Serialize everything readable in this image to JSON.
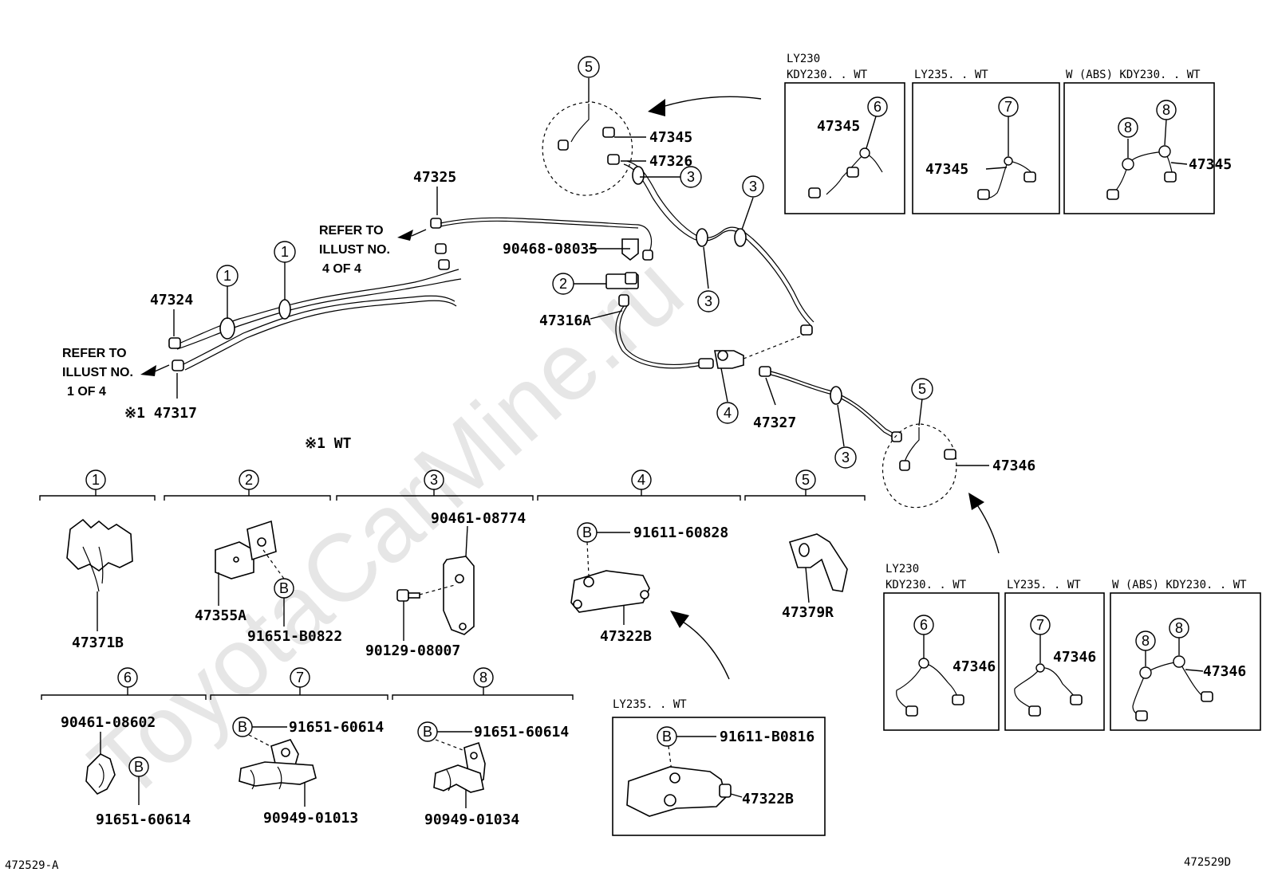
{
  "watermark": "ToyotaCarMine.ru",
  "footer": {
    "left_code": "472529-A",
    "right_code": "472529D"
  },
  "note_wt": "※1 WT",
  "refer_to_4": {
    "line1": "REFER TO",
    "line2": "ILLUST NO.",
    "line3": "4  OF 4"
  },
  "refer_to_1": {
    "line1": "REFER TO",
    "line2": "ILLUST NO.",
    "line3": "1  OF 4"
  },
  "callouts": {
    "c1": "1",
    "c2": "2",
    "c3": "3",
    "c4": "4",
    "c5": "5",
    "c6": "6",
    "c7": "7",
    "c8": "8",
    "b": "B"
  },
  "main_parts": {
    "p47325": "47325",
    "p47324": "47324",
    "p47317": "※1 47317",
    "p90468": "90468-08035",
    "p47316A": "47316A",
    "p47345": "47345",
    "p47326": "47326",
    "p47327": "47327",
    "p47346": "47346"
  },
  "top_variants": [
    {
      "title1": "LY230",
      "title2": "KDY230. . WT",
      "part": "47345",
      "callout": "6"
    },
    {
      "title1": "LY235. . WT",
      "title2": "",
      "part": "47345",
      "callout": "7"
    },
    {
      "title1": "W (ABS) KDY230. . WT",
      "title2": "",
      "part": "47345",
      "callout": "8"
    }
  ],
  "bottom_variants": [
    {
      "title1": "LY230",
      "title2": "KDY230. . WT",
      "part": "47346",
      "callout": "6"
    },
    {
      "title1": "LY235. . WT",
      "title2": "",
      "part": "47346",
      "callout": "7"
    },
    {
      "title1": "W (ABS) KDY230. . WT",
      "title2": "",
      "part": "47346",
      "callout": "8"
    }
  ],
  "detail_parts": {
    "d1": "47371B",
    "d2a": "47355A",
    "d2b": "91651-B0822",
    "d3a": "90461-08774",
    "d3b": "90129-08007",
    "d4a": "91611-60828",
    "d4b": "47322B",
    "d5": "47379R",
    "d6a": "90461-08602",
    "d6b": "91651-60614",
    "d7a": "91651-60614",
    "d7b": "90949-01013",
    "d8a": "91651-60614",
    "d8b": "90949-01034"
  },
  "ly235_box": {
    "title": "LY235. . WT",
    "bolt": "91611-B0816",
    "part": "47322B"
  }
}
